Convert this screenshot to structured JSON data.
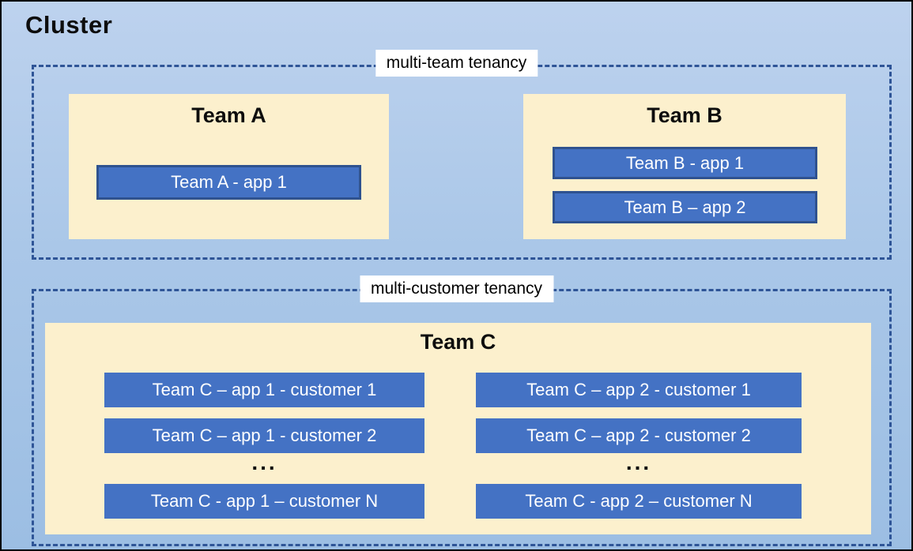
{
  "title": "Cluster",
  "multi_team": {
    "label": "multi-team tenancy",
    "team_a": {
      "name": "Team A",
      "apps": [
        "Team A - app 1"
      ]
    },
    "team_b": {
      "name": "Team B",
      "apps": [
        "Team B - app 1",
        "Team B – app 2"
      ]
    }
  },
  "multi_customer": {
    "label": "multi-customer tenancy",
    "team_c": {
      "name": "Team C",
      "col1": {
        "rows": [
          "Team C – app 1 - customer 1",
          "Team C – app 1 - customer 2"
        ],
        "ellipsis": "...",
        "last": "Team C - app 1 – customer N"
      },
      "col2": {
        "rows": [
          "Team C – app 2 - customer 1",
          "Team C – app 2 - customer 2"
        ],
        "ellipsis": "...",
        "last": "Team C - app 2 – customer N"
      }
    }
  },
  "colors": {
    "canvas_bg_top": "#BDD2EE",
    "canvas_bg_bottom": "#9CBEE3",
    "outer_border": "#000000",
    "dashed_boundary": "#2F5597",
    "team_bg": "#FCF0CD",
    "app_fill": "#4472C4",
    "app_border": "#2F528F",
    "app_text": "#FFFFFF",
    "label_bg": "#FFFFFF",
    "title_text": "#0D0D0D"
  }
}
